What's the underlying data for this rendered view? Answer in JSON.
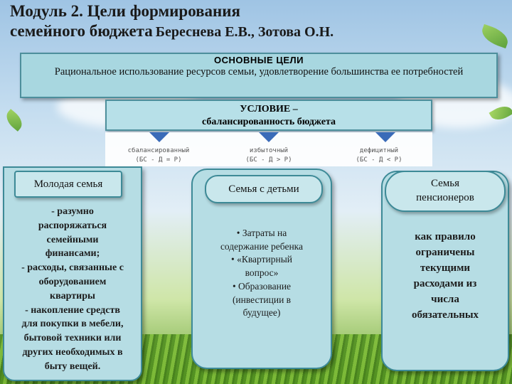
{
  "title": {
    "line1": "Модуль 2. Цели формирования",
    "line2": "семейного бюджета",
    "authors": "Береснева Е.В., Зотова О.Н."
  },
  "goals": {
    "heading": "ОСНОВНЫЕ ЦЕЛИ",
    "text": "Рациональное использование ресурсов семьи, удовлетворение большинства ее потребностей"
  },
  "condition": {
    "line1": "УСЛОВИЕ –",
    "line2": "сбалансированность бюджета"
  },
  "budget_types": [
    {
      "name": "сбалансированный",
      "formula": "(БС - Д = Р)"
    },
    {
      "name": "избыточный",
      "formula": "(БС - Д > Р)"
    },
    {
      "name": "дефицитный",
      "formula": "(БС - Д < Р)"
    }
  ],
  "panels": {
    "young": {
      "heading": "Молодая семья",
      "lines": [
        "- разумно",
        "распоряжаться",
        "семейными",
        "финансами;",
        "- расходы, связанные с",
        "оборудованием",
        "квартиры",
        "- накопление средств",
        "для покупки в мебели,",
        "бытовой техники или",
        "других необходимых в",
        "быту вещей."
      ]
    },
    "children": {
      "heading": "Семья с детьми",
      "lines": [
        "• Затраты на",
        "содержание ребенка",
        "• «Квартирный",
        "вопрос»",
        "• Образование",
        "(инвестиции в",
        "будущее)"
      ]
    },
    "pensioners": {
      "heading_line1": "Семья",
      "heading_line2": "пенсионеров",
      "lines": [
        "как правило",
        "ограничены",
        "текущими",
        "расходами из",
        "числа",
        "обязательных"
      ]
    }
  },
  "colors": {
    "panel_fill": "#b6dde4",
    "panel_border": "#3d8a97",
    "arrow": "#3a6bb8"
  }
}
